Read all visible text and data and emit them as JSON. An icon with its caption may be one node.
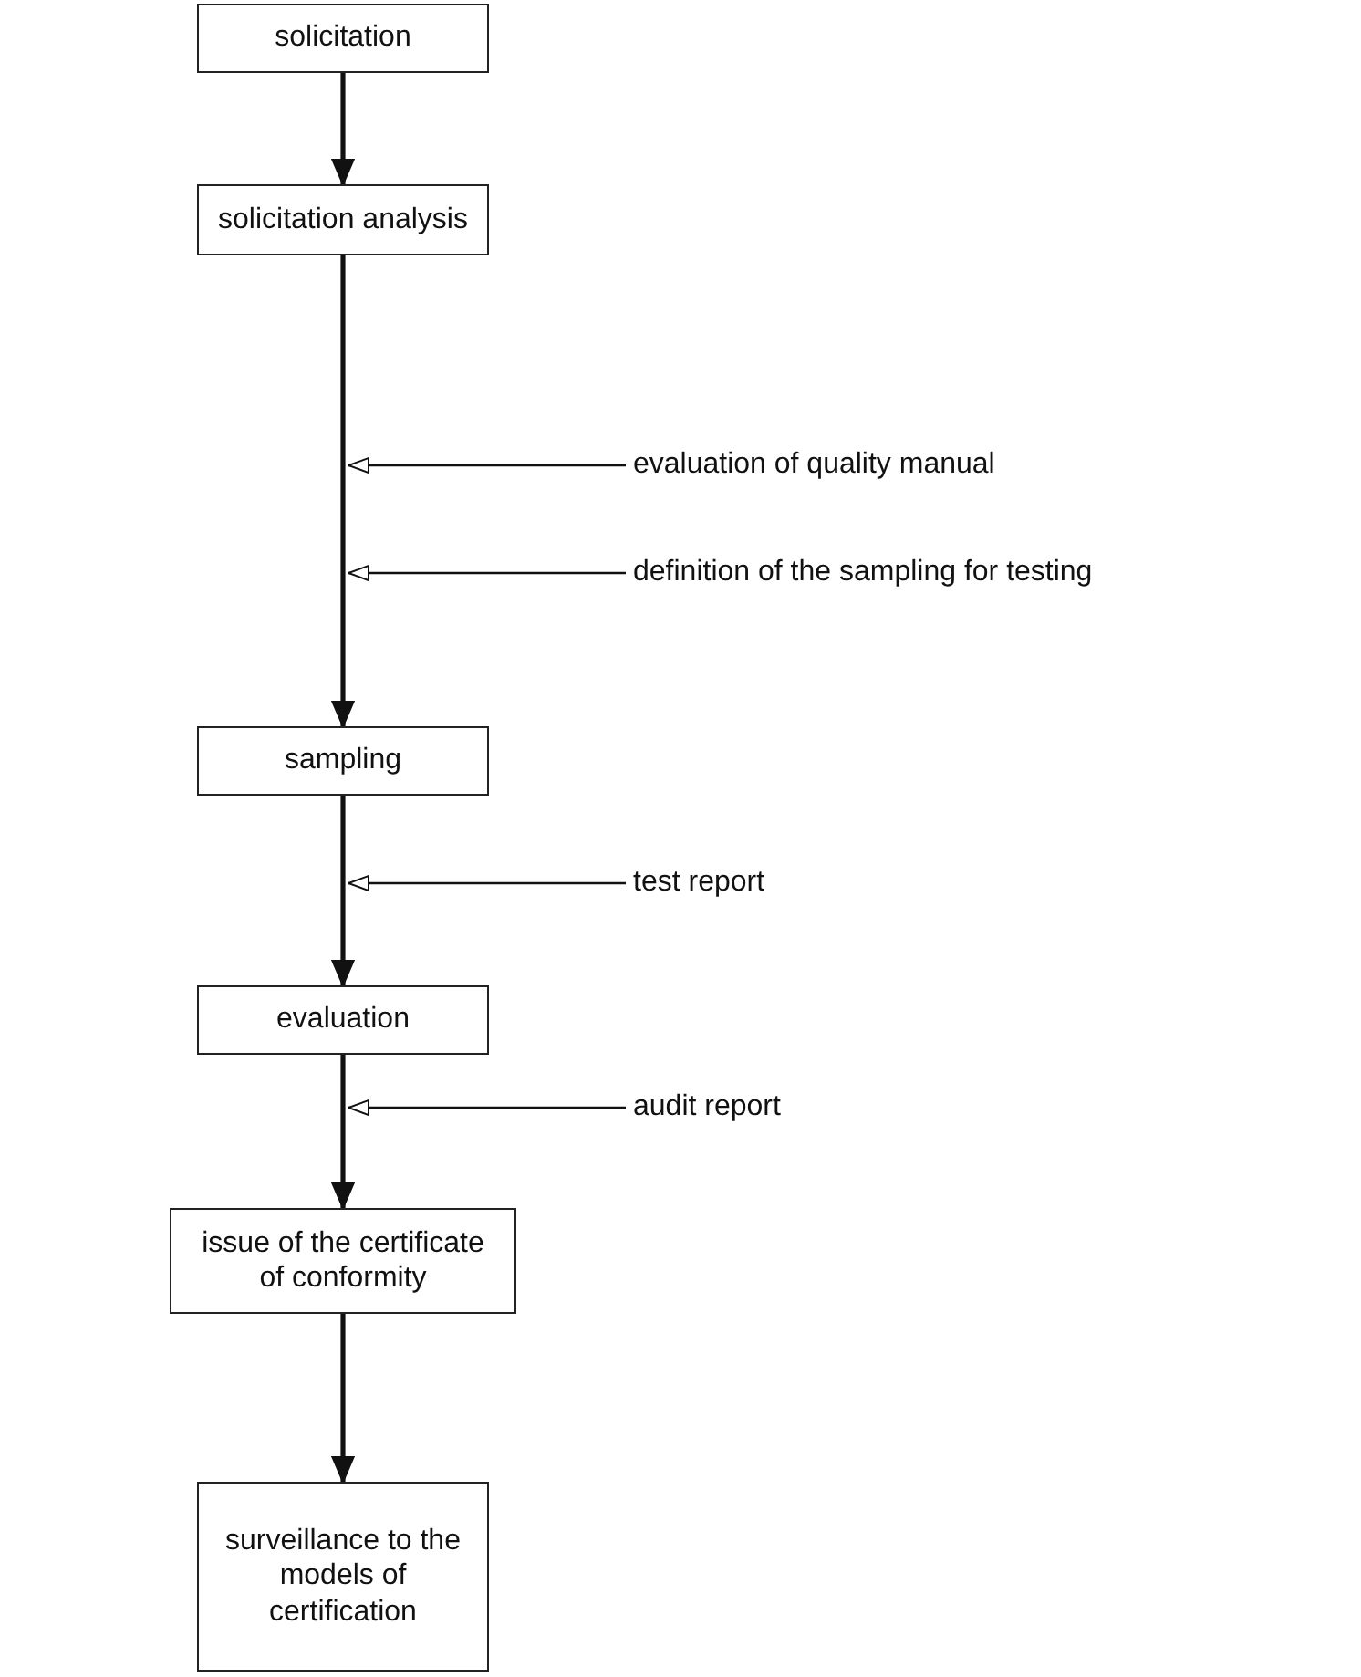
{
  "diagram": {
    "nodes": [
      {
        "text": [
          "solicitation"
        ]
      },
      {
        "text": [
          "solicitation analysis"
        ]
      },
      {
        "text": [
          "evaluation of quality manual"
        ]
      },
      {
        "text": [
          "definition of the sampling for testing"
        ]
      },
      {
        "text": [
          "sampling"
        ]
      },
      {
        "text": [
          "test report"
        ]
      },
      {
        "text": [
          "evaluation"
        ]
      },
      {
        "text": [
          "audit report"
        ]
      },
      {
        "text": [
          "issue of the certificate of conformity"
        ]
      },
      {
        "text": [
          "surveillance to the models of certification"
        ]
      }
    ],
    "edges": [
      {
        "from": 0,
        "to": 1,
        "arrow": "to"
      },
      {
        "from": 1,
        "to": 4,
        "arrow": "to"
      },
      {
        "from": 2,
        "to": null,
        "arrow": "to"
      },
      {
        "from": 3,
        "to": null,
        "arrow": "to"
      },
      {
        "from": 4,
        "to": 6,
        "arrow": "to"
      },
      {
        "from": 5,
        "to": null,
        "arrow": "to"
      },
      {
        "from": 6,
        "to": 8,
        "arrow": "to"
      },
      {
        "from": 7,
        "to": null,
        "arrow": "to"
      },
      {
        "from": 8,
        "to": 9,
        "arrow": "to"
      }
    ]
  }
}
